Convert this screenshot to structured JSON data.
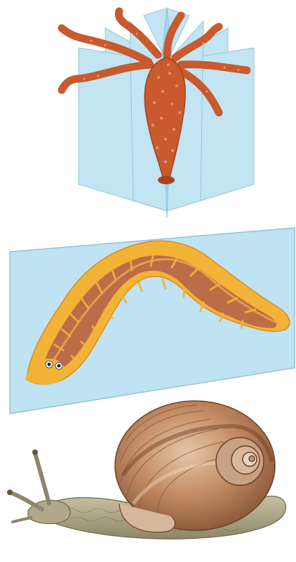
{
  "figure": {
    "panels": [
      {
        "id": "radial-symmetry",
        "subject": "hydra-polyp",
        "symmetry_planes": 8
      },
      {
        "id": "bilateral-symmetry",
        "subject": "flatworm-planarian",
        "symmetry_planes": 1
      },
      {
        "id": "asymmetry",
        "subject": "garden-snail",
        "symmetry_planes": 0
      }
    ],
    "colors": {
      "plane_fill": "#bfe3f3",
      "plane_edge": "#8fc2dc",
      "hydra_body": "#c85a2e",
      "hydra_spots": "#e49468",
      "worm_outline": "#f2b336",
      "worm_back": "#b5654a",
      "shell_main": "#c08860",
      "snail_skin": "#a89f7f"
    }
  }
}
